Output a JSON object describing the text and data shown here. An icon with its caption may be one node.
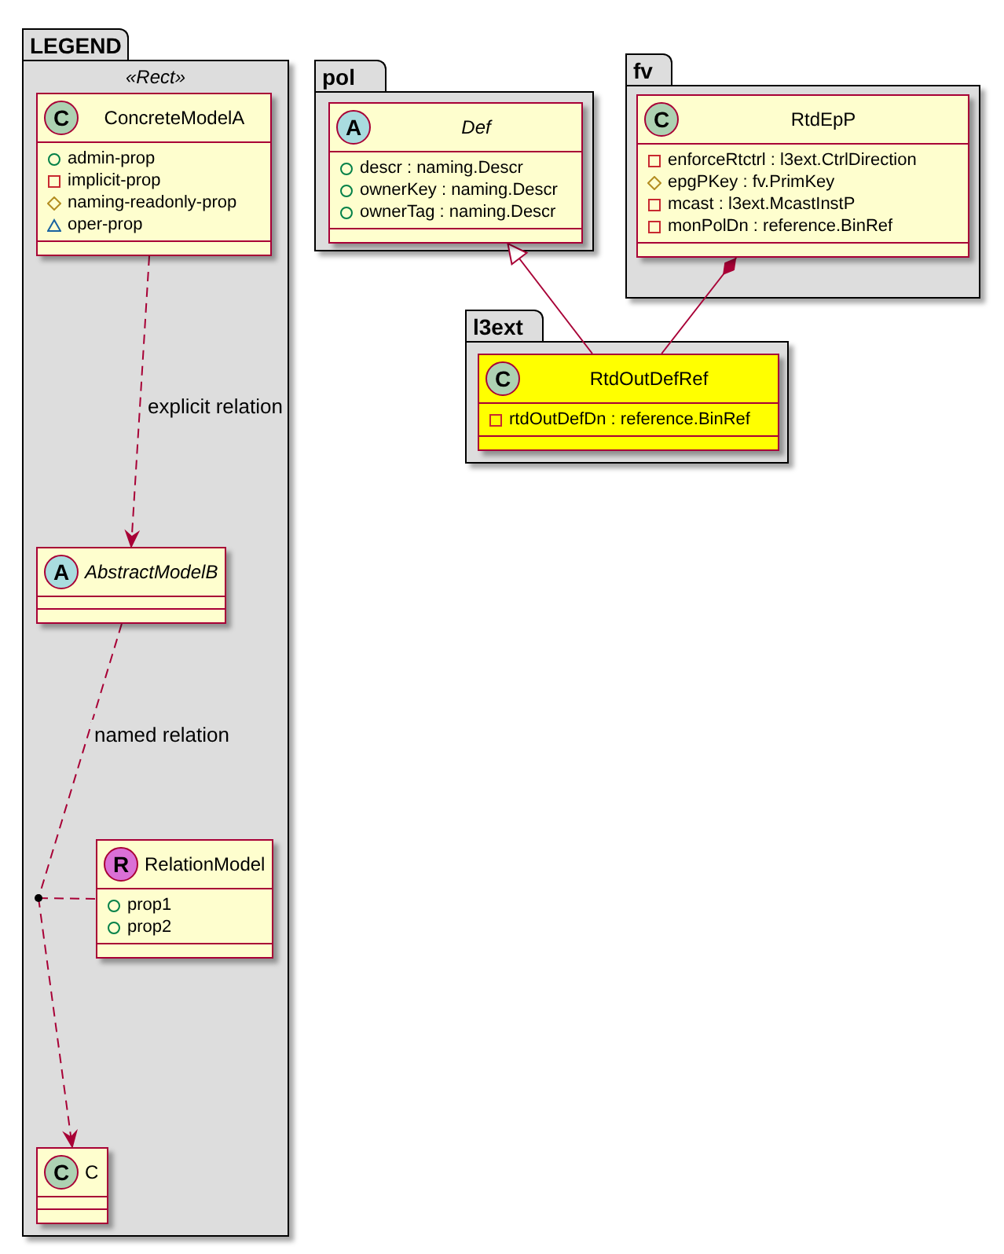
{
  "diagram": {
    "nodes": [
      {
        "text": [
          "LEGEND",
          "«Rect»"
        ]
      },
      {
        "text": [
          "C",
          "ConcreteModelA",
          "admin-prop",
          "implicit-prop",
          "naming-readonly-prop",
          "oper-prop"
        ],
        "in": 0
      },
      {
        "text": [
          "A",
          "AbstractModelB"
        ],
        "in": 0
      },
      {
        "text": [
          "R",
          "RelationModel",
          "prop1",
          "prop2"
        ],
        "in": 0
      },
      {
        "text": [],
        "shape": "circle",
        "in": 0
      },
      {
        "text": [
          "C",
          "C"
        ],
        "in": 0
      },
      {
        "text": [
          "pol"
        ]
      },
      {
        "text": [
          "A",
          "Def",
          "descr : naming.Descr",
          "ownerKey : naming.Descr",
          "ownerTag : naming.Descr"
        ],
        "in": 6
      },
      {
        "text": [
          "fv"
        ]
      },
      {
        "text": [
          "C",
          "RtdEpP",
          "enforceRtctrl : l3ext.CtrlDirection",
          "epgPKey : fv.PrimKey",
          "mcast : l3ext.McastInstP",
          "monPolDn : reference.BinRef"
        ],
        "in": 8
      },
      {
        "text": [
          "l3ext"
        ]
      },
      {
        "text": [
          "C",
          "RtdOutDefRef",
          "rtdOutDefDn : reference.BinRef"
        ],
        "in": 10
      }
    ],
    "edges": [
      {
        "from": 1,
        "to": 2,
        "arrow": "to",
        "style": "dashed",
        "label": "explicit relation"
      },
      {
        "from": 2,
        "to": 4,
        "arrow": "none",
        "style": "dashed",
        "label": "named relation"
      },
      {
        "from": 4,
        "to": 5,
        "arrow": "to",
        "style": "dashed"
      },
      {
        "from": 4,
        "to": 3,
        "arrow": "none",
        "style": "dashed"
      },
      {
        "from": 11,
        "to": 7,
        "arrow": "to"
      },
      {
        "from": 9,
        "to": 11,
        "arrow": "other"
      }
    ]
  }
}
